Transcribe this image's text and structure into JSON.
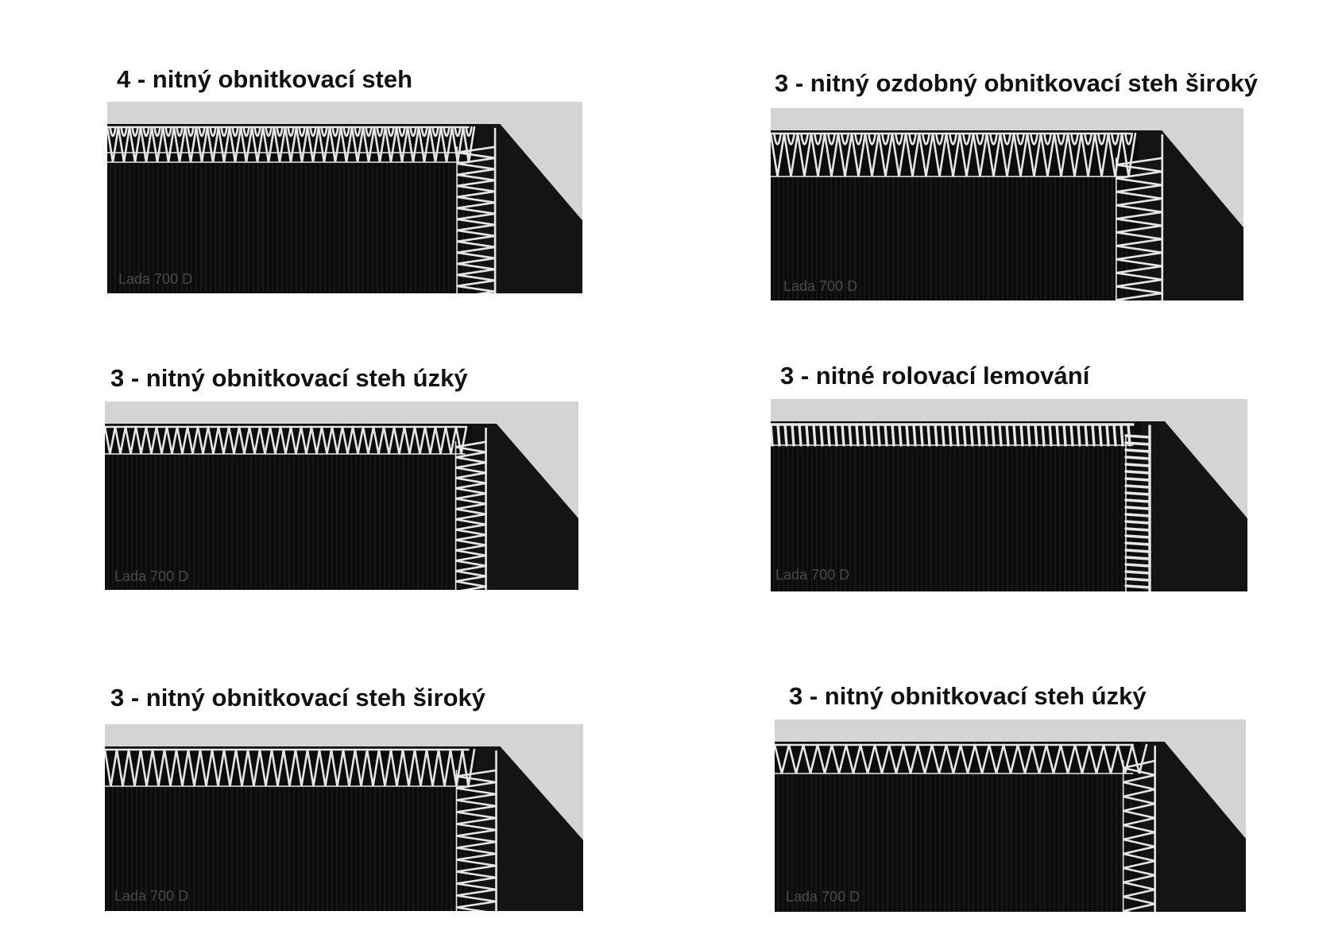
{
  "panels": [
    {
      "id": "p1",
      "caption": "4 - nitný obnitkovací steh",
      "watermark": "Lada 700 D"
    },
    {
      "id": "p2",
      "caption": "3 - nitný ozdobný obnitkovací steh široký",
      "watermark": "Lada 700 D"
    },
    {
      "id": "p3",
      "caption": "3 - nitný obnitkovací steh úzký",
      "watermark": "Lada 700 D"
    },
    {
      "id": "p4",
      "caption": "3 - nitné rolovací lemování",
      "watermark": "Lada 700 D"
    },
    {
      "id": "p5",
      "caption": "3 - nitný obnitkovací steh široký",
      "watermark": "Lada 700 D"
    },
    {
      "id": "p6",
      "caption": "3 - nitný obnitkovací steh úzký",
      "watermark": "Lada 700 D"
    }
  ],
  "colors": {
    "background": "#ffffff",
    "paper": "#d4d4d4",
    "fabric": "#0c0c0c",
    "thread": "#e6e6e6"
  }
}
